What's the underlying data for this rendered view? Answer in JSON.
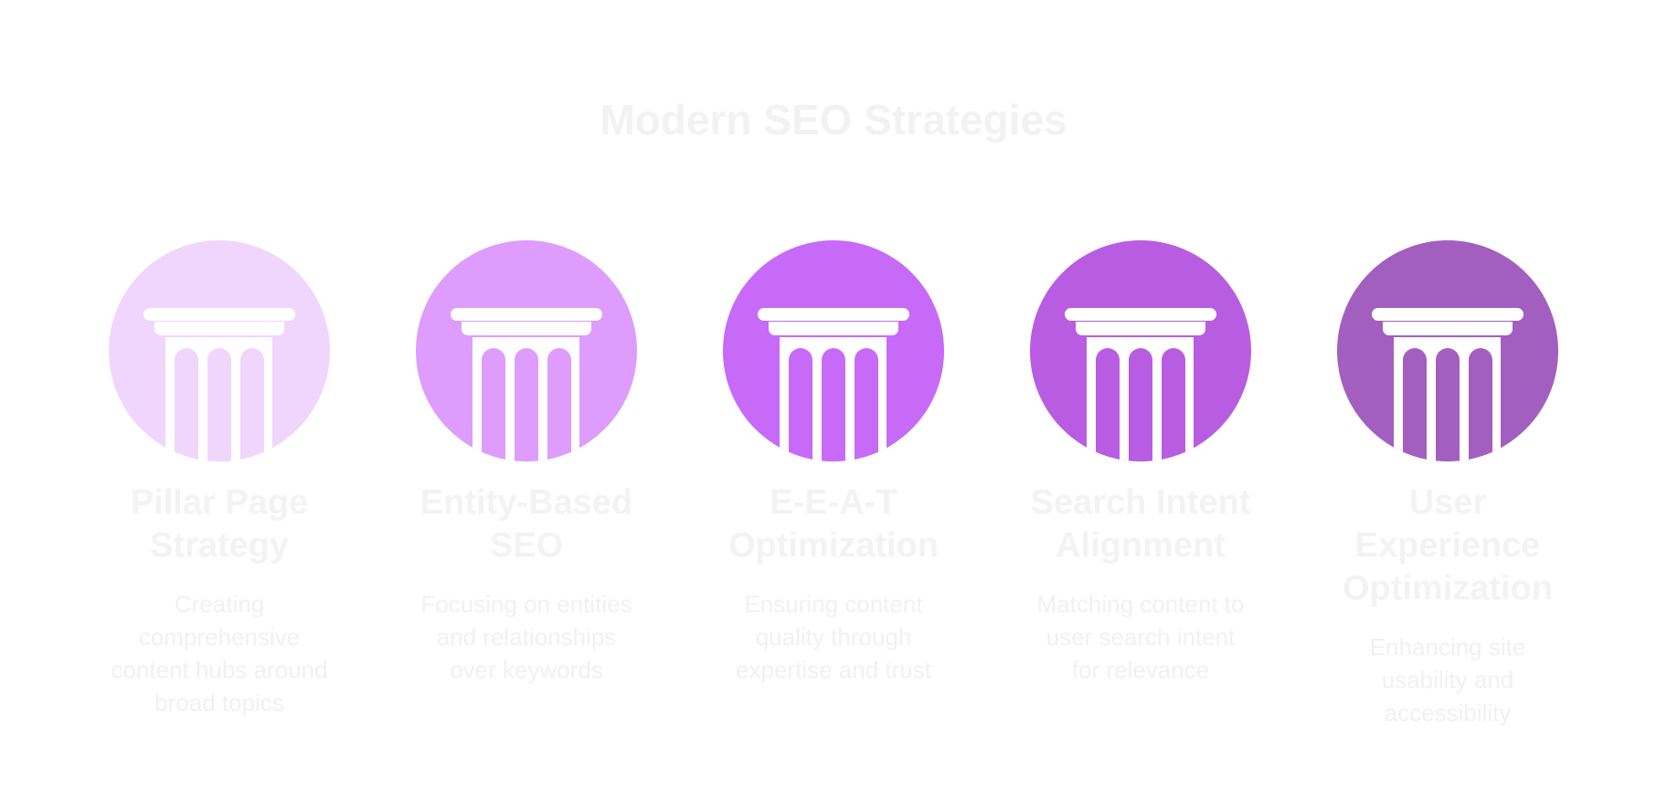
{
  "title": "Modern SEO Strategies",
  "items": [
    {
      "heading": "Pillar Page\nStrategy",
      "description": "Creating\ncomprehensive\ncontent hubs around\nbroad topics",
      "color": "#f0d6fd",
      "icon": "pillar-icon"
    },
    {
      "heading": "Entity-Based\nSEO",
      "description": "Focusing on entities\nand relationships\nover keywords",
      "color": "#de9cfc",
      "icon": "pillar-icon"
    },
    {
      "heading": "E-E-A-T\nOptimization",
      "description": "Ensuring content\nquality through\nexpertise and trust",
      "color": "#c76af7",
      "icon": "pillar-icon"
    },
    {
      "heading": "Search Intent\nAlignment",
      "description": "Matching content to\nuser search intent\nfor relevance",
      "color": "#b85de2",
      "icon": "pillar-icon"
    },
    {
      "heading": "User\nExperience\nOptimization",
      "description": "Enhancing site\nusability and\naccessibility",
      "color": "#a35fbf",
      "icon": "pillar-icon"
    }
  ]
}
